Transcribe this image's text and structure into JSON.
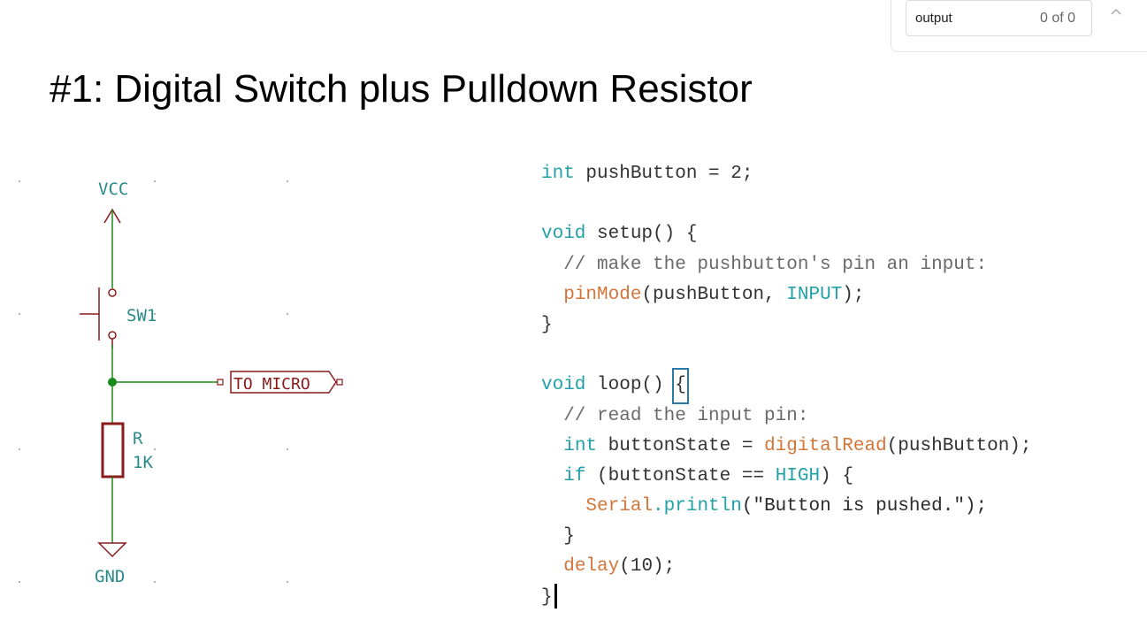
{
  "findbar": {
    "query": "output",
    "match_count": "0 of 0"
  },
  "page": {
    "title": "#1: Digital Switch plus Pulldown Resistor"
  },
  "schematic": {
    "vcc_label": "VCC",
    "switch_label": "SW1",
    "output_label": "TO_MICRO",
    "resistor_label": "R",
    "resistor_value": "1K",
    "gnd_label": "GND",
    "wire_color": "#1a8a1a",
    "component_color": "#8b1a1a",
    "label_color": "#2a8a8a"
  },
  "code": {
    "line1": "int pushButton = 2;",
    "line3_kw": "void",
    "line3_rest": " setup() {",
    "line4": "  // make the pushbutton's pin an input:",
    "line5_fn": "pinMode",
    "line5_a": "(pushButton, ",
    "line5_kw": "INPUT",
    "line5_b": ");",
    "line6": "}",
    "line8_kw": "void",
    "line8_rest": " loop() ",
    "line8_brace": "{",
    "line9": "  // read the input pin:",
    "line10_kw": "int",
    "line10_a": " buttonState = ",
    "line10_fn": "digitalRead",
    "line10_b": "(pushButton);",
    "line11_kw": "if",
    "line11_a": " (buttonState == ",
    "line11_kw2": "HIGH",
    "line11_b": ") {",
    "line12_fn": "Serial",
    "line12_fn2": ".println",
    "line12_a": "(\"Button is pushed.\");",
    "line13": "  }",
    "line14_fn": "delay",
    "line14_a": "(10);",
    "line15": "}"
  }
}
